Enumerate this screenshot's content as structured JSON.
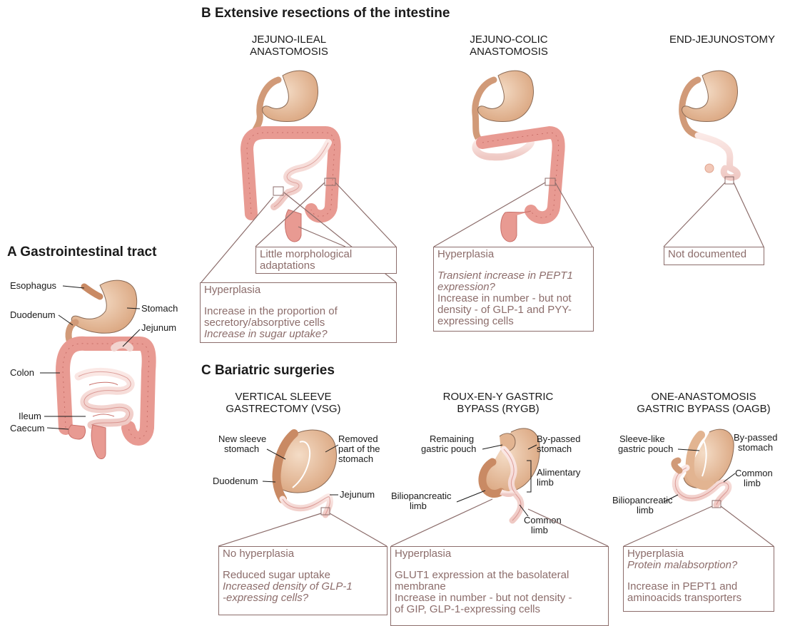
{
  "sections": {
    "a": "A  Gastrointestinal tract",
    "b": "B  Extensive resections of the intestine",
    "c": "C  Bariatric surgeries"
  },
  "tract_labels": {
    "esophagus": "Esophagus",
    "stomach": "Stomach",
    "duodenum": "Duodenum",
    "jejunum": "Jejunum",
    "colon": "Colon",
    "ileum": "Ileum",
    "caecum": "Caecum"
  },
  "resections": {
    "jejuno_ileal": {
      "title1": "JEJUNO-ILEAL",
      "title2": "ANASTOMOSIS",
      "little_box": [
        "Little morphological",
        "adaptations"
      ],
      "box_head": "Hyperplasia",
      "box_lines": [
        "Increase in the proportion of",
        "secretory/absorptive cells"
      ],
      "box_italic": "Increase in sugar uptake?"
    },
    "jejuno_colic": {
      "title1": "JEJUNO-COLIC",
      "title2": "ANASTOMOSIS",
      "box_head": "Hyperplasia",
      "box_italic": [
        "Transient increase in PEPT1",
        "expression?"
      ],
      "box_lines": [
        "Increase in number - but not",
        "density - of GLP-1 and PYY-",
        "expressing cells"
      ]
    },
    "end_jejunostomy": {
      "title1": "END-JEJUNOSTOMY",
      "box_text": "Not documented"
    }
  },
  "bariatric": {
    "vsg": {
      "title1": "VERTICAL SLEEVE",
      "title2": "GASTRECTOMY (VSG)",
      "labels": {
        "new_sleeve1": "New sleeve",
        "new_sleeve2": "stomach",
        "removed1": "Removed",
        "removed2": "part of the",
        "removed3": "stomach",
        "duodenum": "Duodenum",
        "jejunum": "Jejunum"
      },
      "box_head": "No hyperplasia",
      "box_line": "Reduced sugar uptake",
      "box_italic": [
        "Increased density of GLP-1",
        "-expressing cells?"
      ]
    },
    "rygb": {
      "title1": "ROUX-EN-Y GASTRIC",
      "title2": "BYPASS (RYGB)",
      "labels": {
        "remaining1": "Remaining",
        "remaining2": "gastric pouch",
        "bypassed1": "By-passed",
        "bypassed2": "stomach",
        "alimentary1": "Alimentary",
        "alimentary2": "limb",
        "bilio1": "Biliopancreatic",
        "bilio2": "limb",
        "common1": "Common",
        "common2": "limb"
      },
      "box_head": "Hyperplasia",
      "box_lines": [
        "GLUT1 expression at the basolateral",
        "membrane",
        "Increase in number - but not density -",
        "of GIP, GLP-1-expressing cells"
      ]
    },
    "oagb": {
      "title1": "ONE-ANASTOMOSIS",
      "title2": "GASTRIC BYPASS (OAGB)",
      "labels": {
        "sleeve1": "Sleeve-like",
        "sleeve2": "gastric pouch",
        "bypassed1": "By-passed",
        "bypassed2": "stomach",
        "common1": "Common",
        "common2": "limb",
        "bilio1": "Biliopancreatic",
        "bilio2": "limb"
      },
      "box_head": "Hyperplasia",
      "box_italic": "Protein malabsorption?",
      "box_lines": [
        "Increase in PEPT1 and",
        "aminoacids transporters"
      ]
    }
  },
  "colors": {
    "stomach": "#e8c1a0",
    "colon": "#e89a92",
    "small_intestine": "#f5d8d4",
    "box_border": "#8c6d6b",
    "box_text": "#8c6d6b"
  }
}
